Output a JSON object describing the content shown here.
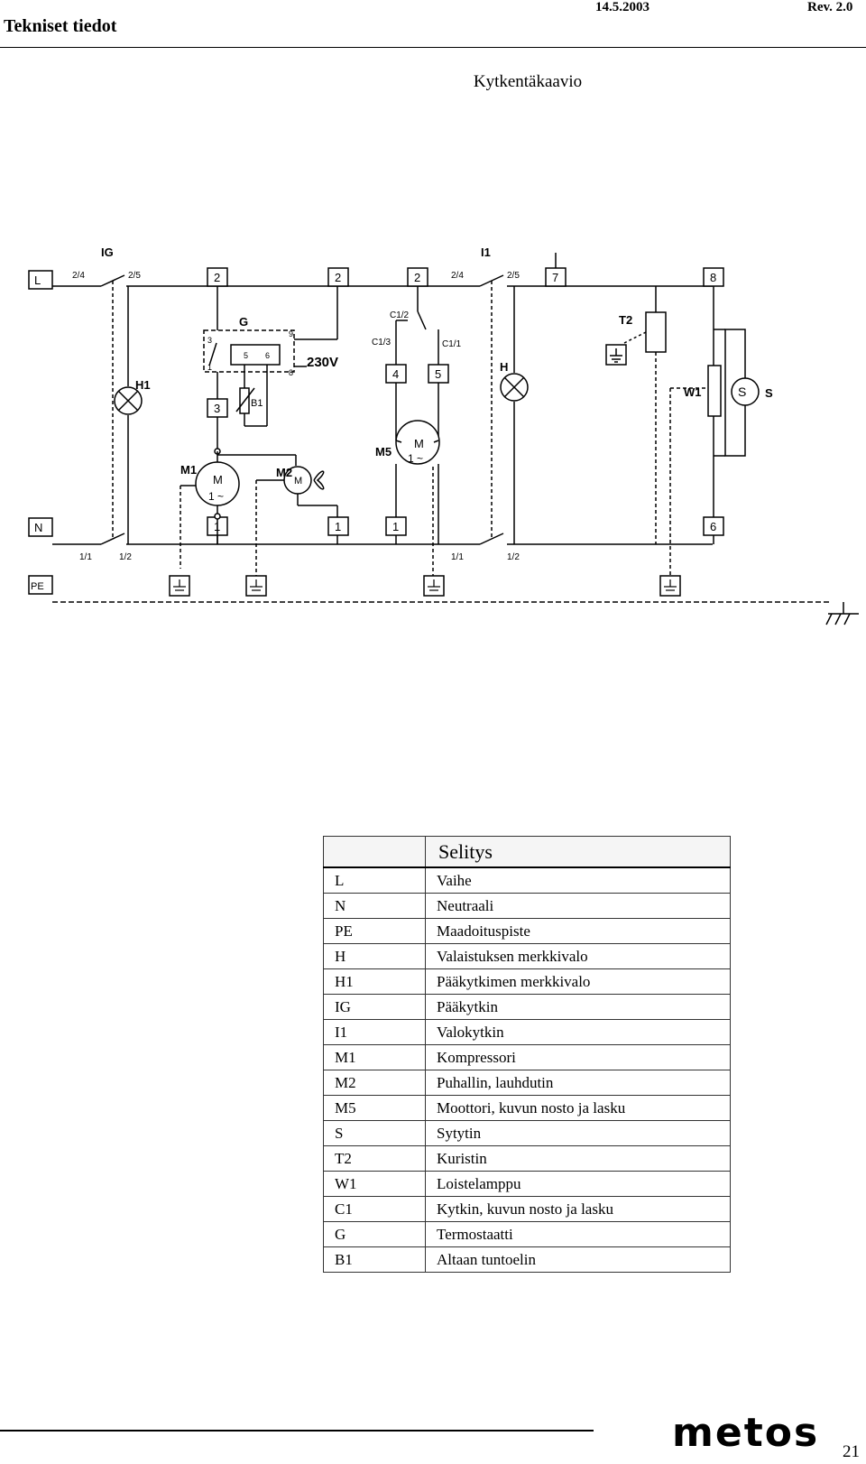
{
  "header": {
    "title": "Tekniset tiedot",
    "date": "14.5.2003",
    "revision": "Rev. 2.0"
  },
  "diagram": {
    "title": "Kytkentäkaavio",
    "labels": {
      "L": "L",
      "N": "N",
      "PE": "PE",
      "IG": "IG",
      "I1": "I1",
      "G": "G",
      "T2": "T2",
      "H1": "H1",
      "H": "H",
      "M1": "M1",
      "M2": "M2",
      "M5": "M5",
      "W1": "W1",
      "S": "S",
      "B1": "B1",
      "voltage": "230V",
      "c12": "C1/2",
      "c13": "C1/3",
      "c11": "C1/1",
      "t24": "2/4",
      "t25": "2/5",
      "t11": "1/1",
      "t12": "1/2",
      "motor": "M",
      "phase": "1 ~",
      "n2": "2",
      "n1": "1",
      "n3": "3",
      "n4": "4",
      "n5": "5",
      "n6": "6",
      "n7": "7",
      "n8": "8",
      "n9": "9"
    }
  },
  "legend": {
    "heading": "Selitys",
    "rows": [
      {
        "code": "L",
        "desc": "Vaihe"
      },
      {
        "code": "N",
        "desc": "Neutraali"
      },
      {
        "code": "PE",
        "desc": "Maadoituspiste"
      },
      {
        "code": "H",
        "desc": "Valaistuksen merkkivalo"
      },
      {
        "code": "H1",
        "desc": "Pääkytkimen merkkivalo"
      },
      {
        "code": "IG",
        "desc": "Pääkytkin"
      },
      {
        "code": "I1",
        "desc": "Valokytkin"
      },
      {
        "code": "M1",
        "desc": "Kompressori"
      },
      {
        "code": "M2",
        "desc": "Puhallin, lauhdutin"
      },
      {
        "code": "M5",
        "desc": "Moottori, kuvun nosto ja lasku"
      },
      {
        "code": "S",
        "desc": "Sytytin"
      },
      {
        "code": "T2",
        "desc": "Kuristin"
      },
      {
        "code": "W1",
        "desc": "Loistelamppu"
      },
      {
        "code": "C1",
        "desc": "Kytkin, kuvun nosto ja lasku"
      },
      {
        "code": "G",
        "desc": "Termostaatti"
      },
      {
        "code": "B1",
        "desc": "Altaan tuntoelin"
      }
    ]
  },
  "footer": {
    "logo": "metos",
    "page_number": "21"
  }
}
